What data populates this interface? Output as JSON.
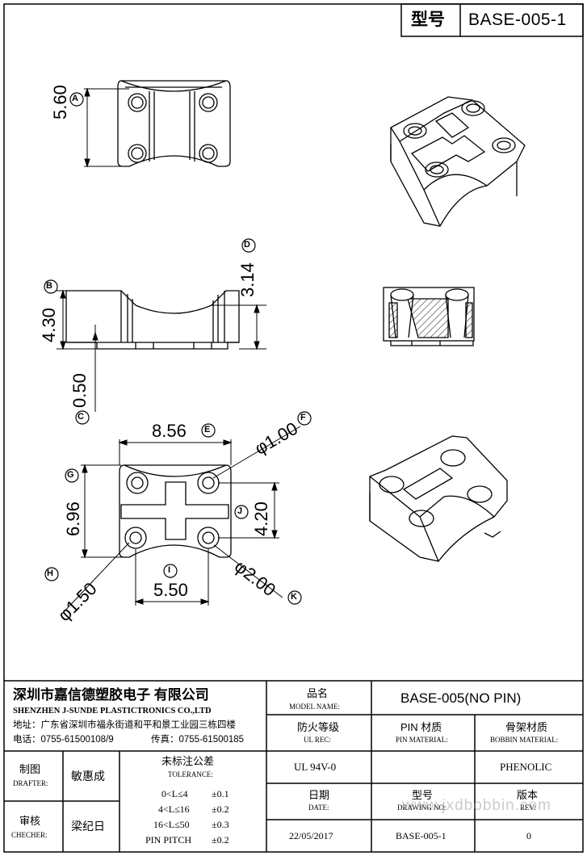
{
  "header": {
    "label": "型号",
    "value": "BASE-005-1"
  },
  "dimensions": {
    "A": {
      "callout": "A",
      "value": "5.60"
    },
    "B": {
      "callout": "B",
      "value": "4.30"
    },
    "C": {
      "callout": "C",
      "value": "0.50"
    },
    "D": {
      "callout": "D",
      "value": "3.14"
    },
    "E": {
      "callout": "E",
      "value": "8.56"
    },
    "F": {
      "callout": "F",
      "value": "φ1.00"
    },
    "G": {
      "callout": "G",
      "value": "6.96"
    },
    "H": {
      "callout": "H",
      "value": "φ1.50"
    },
    "I": {
      "callout": "I",
      "value": "5.50"
    },
    "J": {
      "callout": "J",
      "value": "4.20"
    },
    "K": {
      "callout": "K",
      "value": "φ2.00"
    }
  },
  "title_block": {
    "company_cn": "深圳市嘉信德塑胶电子 有限公司",
    "company_en": "SHENZHEN J-SUNDE PLASTICTRONICS CO.,LTD",
    "address": "地址：广东省深圳市福永街道和平和景工业园三栋四楼",
    "phone": "电话：0755-61500108/9",
    "fax": "传真：0755-61500185",
    "model_name_cn": "品名",
    "model_name_en": "MODEL NAME:",
    "model_name_value": "BASE-005(NO PIN)",
    "ul_rec_cn": "防火等级",
    "ul_rec_en": "UL REC:",
    "pin_material_cn": "PIN 材质",
    "pin_material_en": "PIN MATERIAL:",
    "bobbin_material_cn": "骨架材质",
    "bobbin_material_en": "BOBBIN MATERIAL:",
    "drafter_cn": "制图",
    "drafter_en": "DRAFTER:",
    "drafter_name": "敏惠成",
    "tolerance_cn": "未标注公差",
    "tolerance_en": "TOLERANCE:",
    "tolerance_rows": [
      {
        "range": "0<L≤4",
        "value": "±0.1"
      },
      {
        "range": "4<L≤16",
        "value": "±0.2"
      },
      {
        "range": "16<L≤50",
        "value": "±0.3"
      },
      {
        "range": "PIN PITCH",
        "value": "±0.2"
      }
    ],
    "ul_rec_value": "UL 94V-0",
    "bobbin_material_value": "PHENOLIC",
    "checker_cn": "审核",
    "checker_en": "CHECHER:",
    "checker_name": "梁纪日",
    "date_cn": "日期",
    "date_en": "DATE:",
    "date_value": "22/05/2017",
    "drawing_no_cn": "型号",
    "drawing_no_en": "DRAWING NO:",
    "drawing_no_value": "BASE-005-1",
    "rev_cn": "版本",
    "rev_en": "REV:",
    "rev_value": "0"
  },
  "watermark": "www.jxdbobbin.com"
}
